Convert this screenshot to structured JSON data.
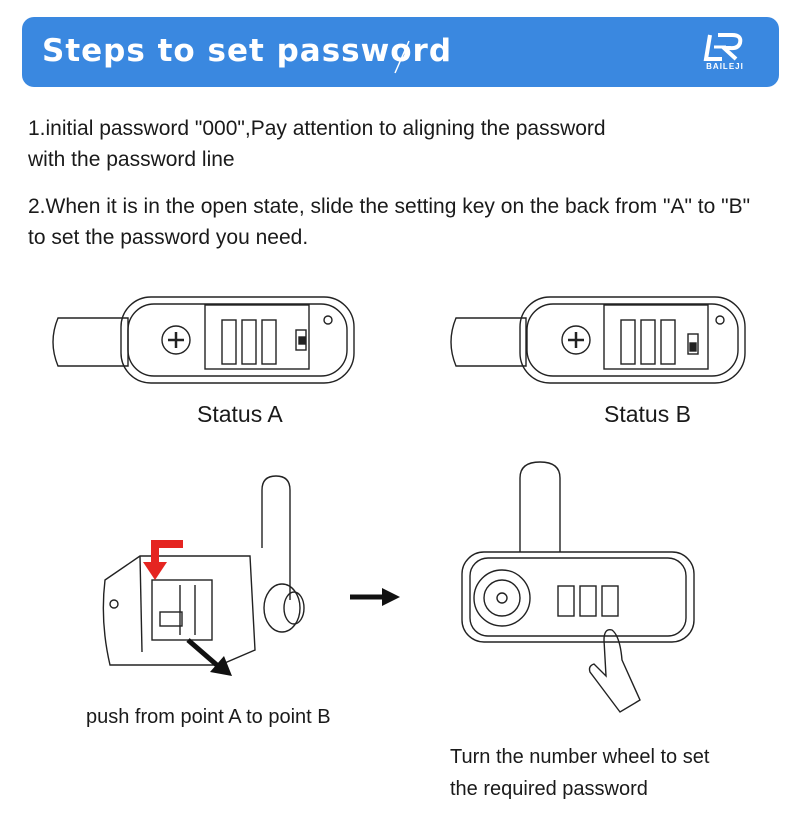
{
  "header": {
    "title": "Steps to set password",
    "brand": "BAILEJI",
    "background_color": "#3a88e0"
  },
  "steps": [
    {
      "line1": "1.initial password \"000\",Pay attention to aligning the password",
      "line2": "with the password line"
    },
    {
      "line1": "2.When it is in the open state, slide the setting key on the back from \"A\" to \"B\"",
      "line2": "to set the password you need."
    }
  ],
  "figures": {
    "status_a_label": "Status A",
    "status_b_label": "Status B",
    "push_caption": "push from point A to point B",
    "turn_caption_line1": "Turn the number wheel to set",
    "turn_caption_line2": "the required password"
  },
  "icons": [
    "slash-icon",
    "baileji-logo-icon",
    "red-bent-arrow-icon",
    "black-right-arrow-icon",
    "black-diagonal-arrow-icon"
  ],
  "accent_colors": {
    "arrow_red": "#e52521",
    "arrow_black": "#111111"
  }
}
